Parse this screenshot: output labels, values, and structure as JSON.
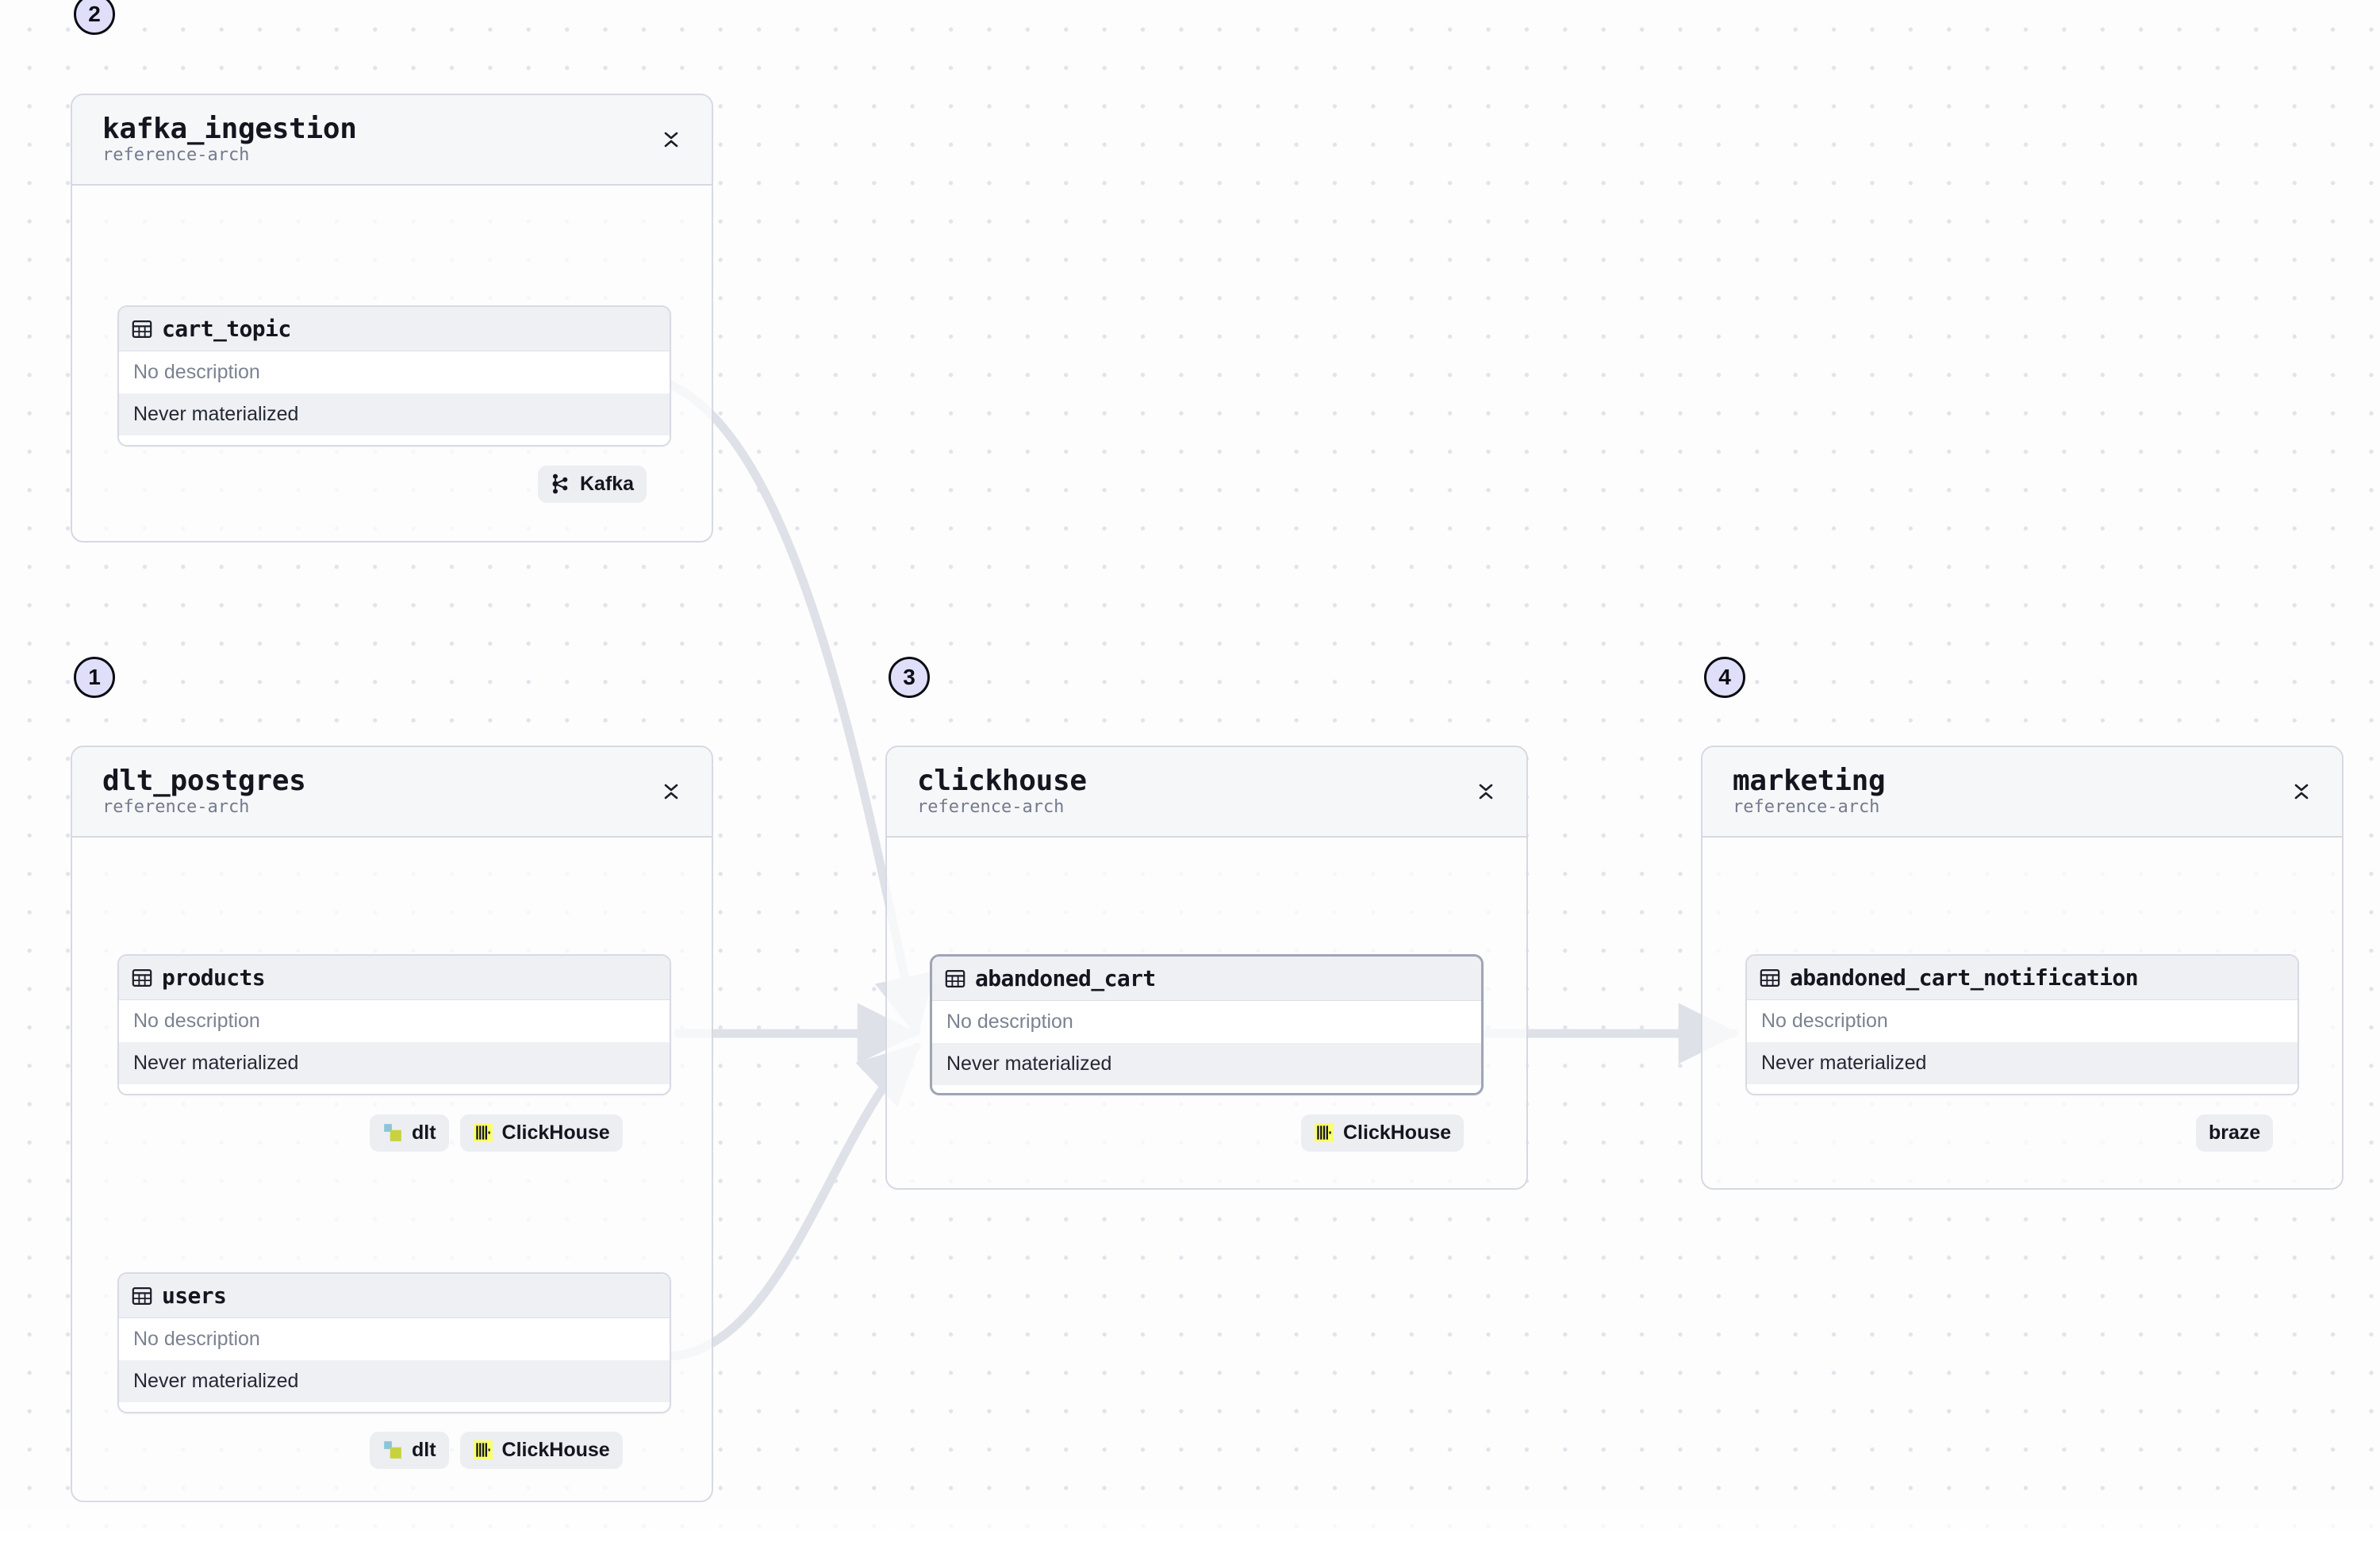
{
  "canvas": {
    "background": "#fdfdfe",
    "dot_color": "#e2e4ec",
    "accent_badge_fill": "#dfdffa"
  },
  "groups": [
    {
      "id": "kafka_ingestion",
      "name": "kafka_ingestion",
      "subtitle": "reference-arch",
      "step": "2",
      "collapse_icon": "chevron-collapse-icon"
    },
    {
      "id": "dlt_postgres",
      "name": "dlt_postgres",
      "subtitle": "reference-arch",
      "step": "1",
      "collapse_icon": "chevron-collapse-icon"
    },
    {
      "id": "clickhouse",
      "name": "clickhouse",
      "subtitle": "reference-arch",
      "step": "3",
      "collapse_icon": "chevron-collapse-icon"
    },
    {
      "id": "marketing",
      "name": "marketing",
      "subtitle": "reference-arch",
      "step": "4",
      "collapse_icon": "chevron-collapse-icon"
    }
  ],
  "assets": [
    {
      "id": "cart_topic",
      "title": "cart_topic",
      "icon": "table-icon",
      "description": "No description",
      "status": "Never materialized",
      "selected": false,
      "badges": [
        {
          "label": "Kafka",
          "icon": "kafka-icon"
        }
      ]
    },
    {
      "id": "products",
      "title": "products",
      "icon": "table-icon",
      "description": "No description",
      "status": "Never materialized",
      "selected": false,
      "badges": [
        {
          "label": "dlt",
          "icon": "dlt-icon"
        },
        {
          "label": "ClickHouse",
          "icon": "clickhouse-icon"
        }
      ]
    },
    {
      "id": "users",
      "title": "users",
      "icon": "table-icon",
      "description": "No description",
      "status": "Never materialized",
      "selected": false,
      "badges": [
        {
          "label": "dlt",
          "icon": "dlt-icon"
        },
        {
          "label": "ClickHouse",
          "icon": "clickhouse-icon"
        }
      ]
    },
    {
      "id": "abandoned_cart",
      "title": "abandoned_cart",
      "icon": "table-icon",
      "description": "No description",
      "status": "Never materialized",
      "selected": true,
      "badges": [
        {
          "label": "ClickHouse",
          "icon": "clickhouse-icon"
        }
      ]
    },
    {
      "id": "abandoned_cart_notification",
      "title": "abandoned_cart_notification",
      "icon": "table-icon",
      "description": "No description",
      "status": "Never materialized",
      "selected": false,
      "badges": [
        {
          "label": "braze",
          "icon": "none"
        }
      ]
    }
  ],
  "edges": [
    {
      "from": "cart_topic",
      "to": "abandoned_cart",
      "style": "curved"
    },
    {
      "from": "products",
      "to": "abandoned_cart",
      "style": "straight"
    },
    {
      "from": "users",
      "to": "abandoned_cart",
      "style": "curved"
    },
    {
      "from": "abandoned_cart",
      "to": "abandoned_cart_notification",
      "style": "straight"
    }
  ]
}
